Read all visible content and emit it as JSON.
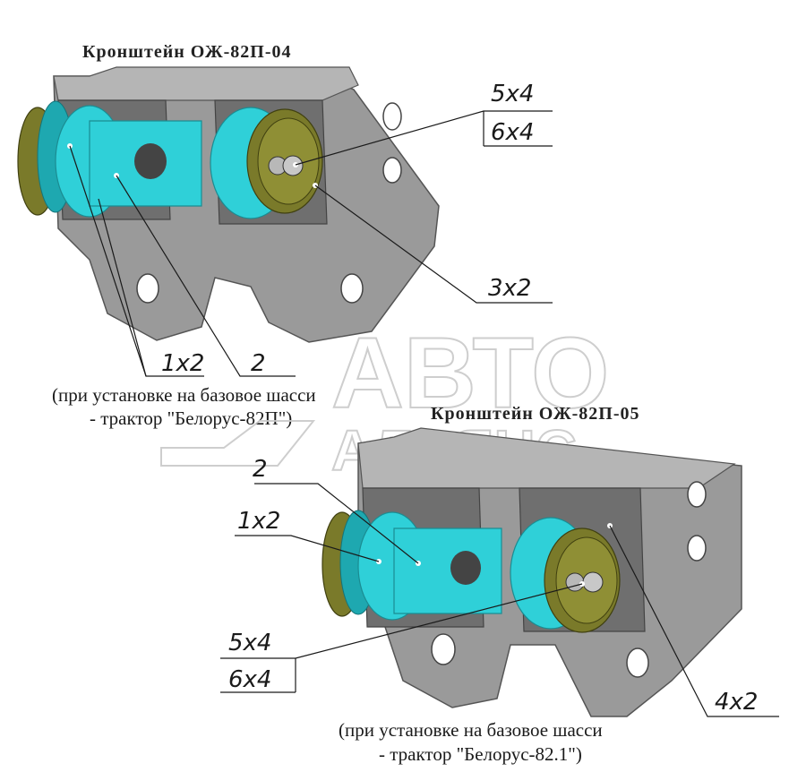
{
  "top_assembly": {
    "title": "Кронштейн ОЖ-82П-04",
    "note_line1": "(при установке на базовое шасси",
    "note_line2": "- трактор \"Белорус-82П\")",
    "callouts": {
      "c_5x4": "5x4",
      "c_6x4": "6x4",
      "c_3x2": "3x2",
      "c_1x2": "1x2",
      "c_2": "2"
    }
  },
  "bottom_assembly": {
    "title": "Кронштейн ОЖ-82П-05",
    "note_line1": "(при установке на базовое шасси",
    "note_line2": "- трактор \"Белорус-82.1\")",
    "callouts": {
      "c_2": "2",
      "c_1x2": "1x2",
      "c_5x4": "5x4",
      "c_6x4": "6x4",
      "c_4x2": "4x2"
    }
  },
  "watermark": {
    "line1": "АВТО",
    "line2": "АЛЬЯНС"
  },
  "colors": {
    "steel": "#9a9a9a",
    "bushing": "#2fd0d8",
    "washer": "#7a7a2a"
  }
}
